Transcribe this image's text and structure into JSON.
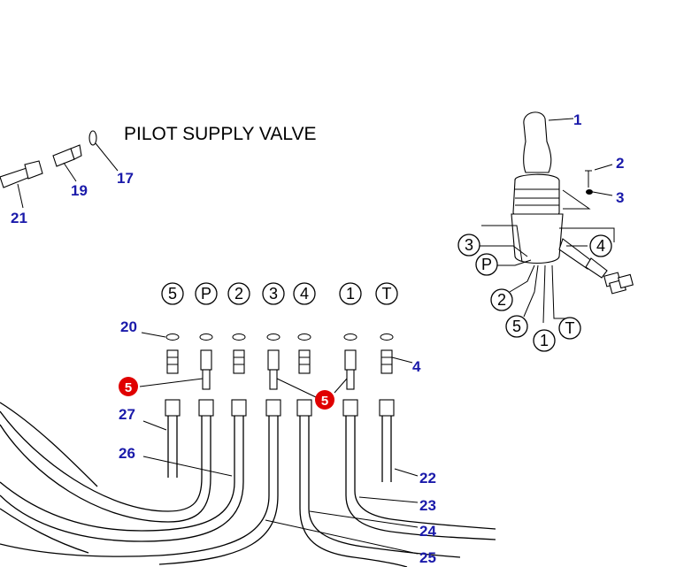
{
  "title": "PILOT SUPPLY VALVE",
  "ports": {
    "row": [
      "5",
      "P",
      "2",
      "3",
      "4",
      "1",
      "T"
    ],
    "joystick": [
      "3",
      "P",
      "2",
      "5",
      "1",
      "T",
      "4"
    ]
  },
  "callouts": {
    "c1": "1",
    "c2": "2",
    "c3": "3",
    "c4": "4",
    "c5a": "5",
    "c5b": "5",
    "c17": "17",
    "c19": "19",
    "c20": "20",
    "c21": "21",
    "c22": "22",
    "c23": "23",
    "c24": "24",
    "c25": "25",
    "c26": "26",
    "c27": "27"
  },
  "colors": {
    "callout": "#1a1aaa",
    "highlight": "#e00000",
    "line": "#000000"
  }
}
